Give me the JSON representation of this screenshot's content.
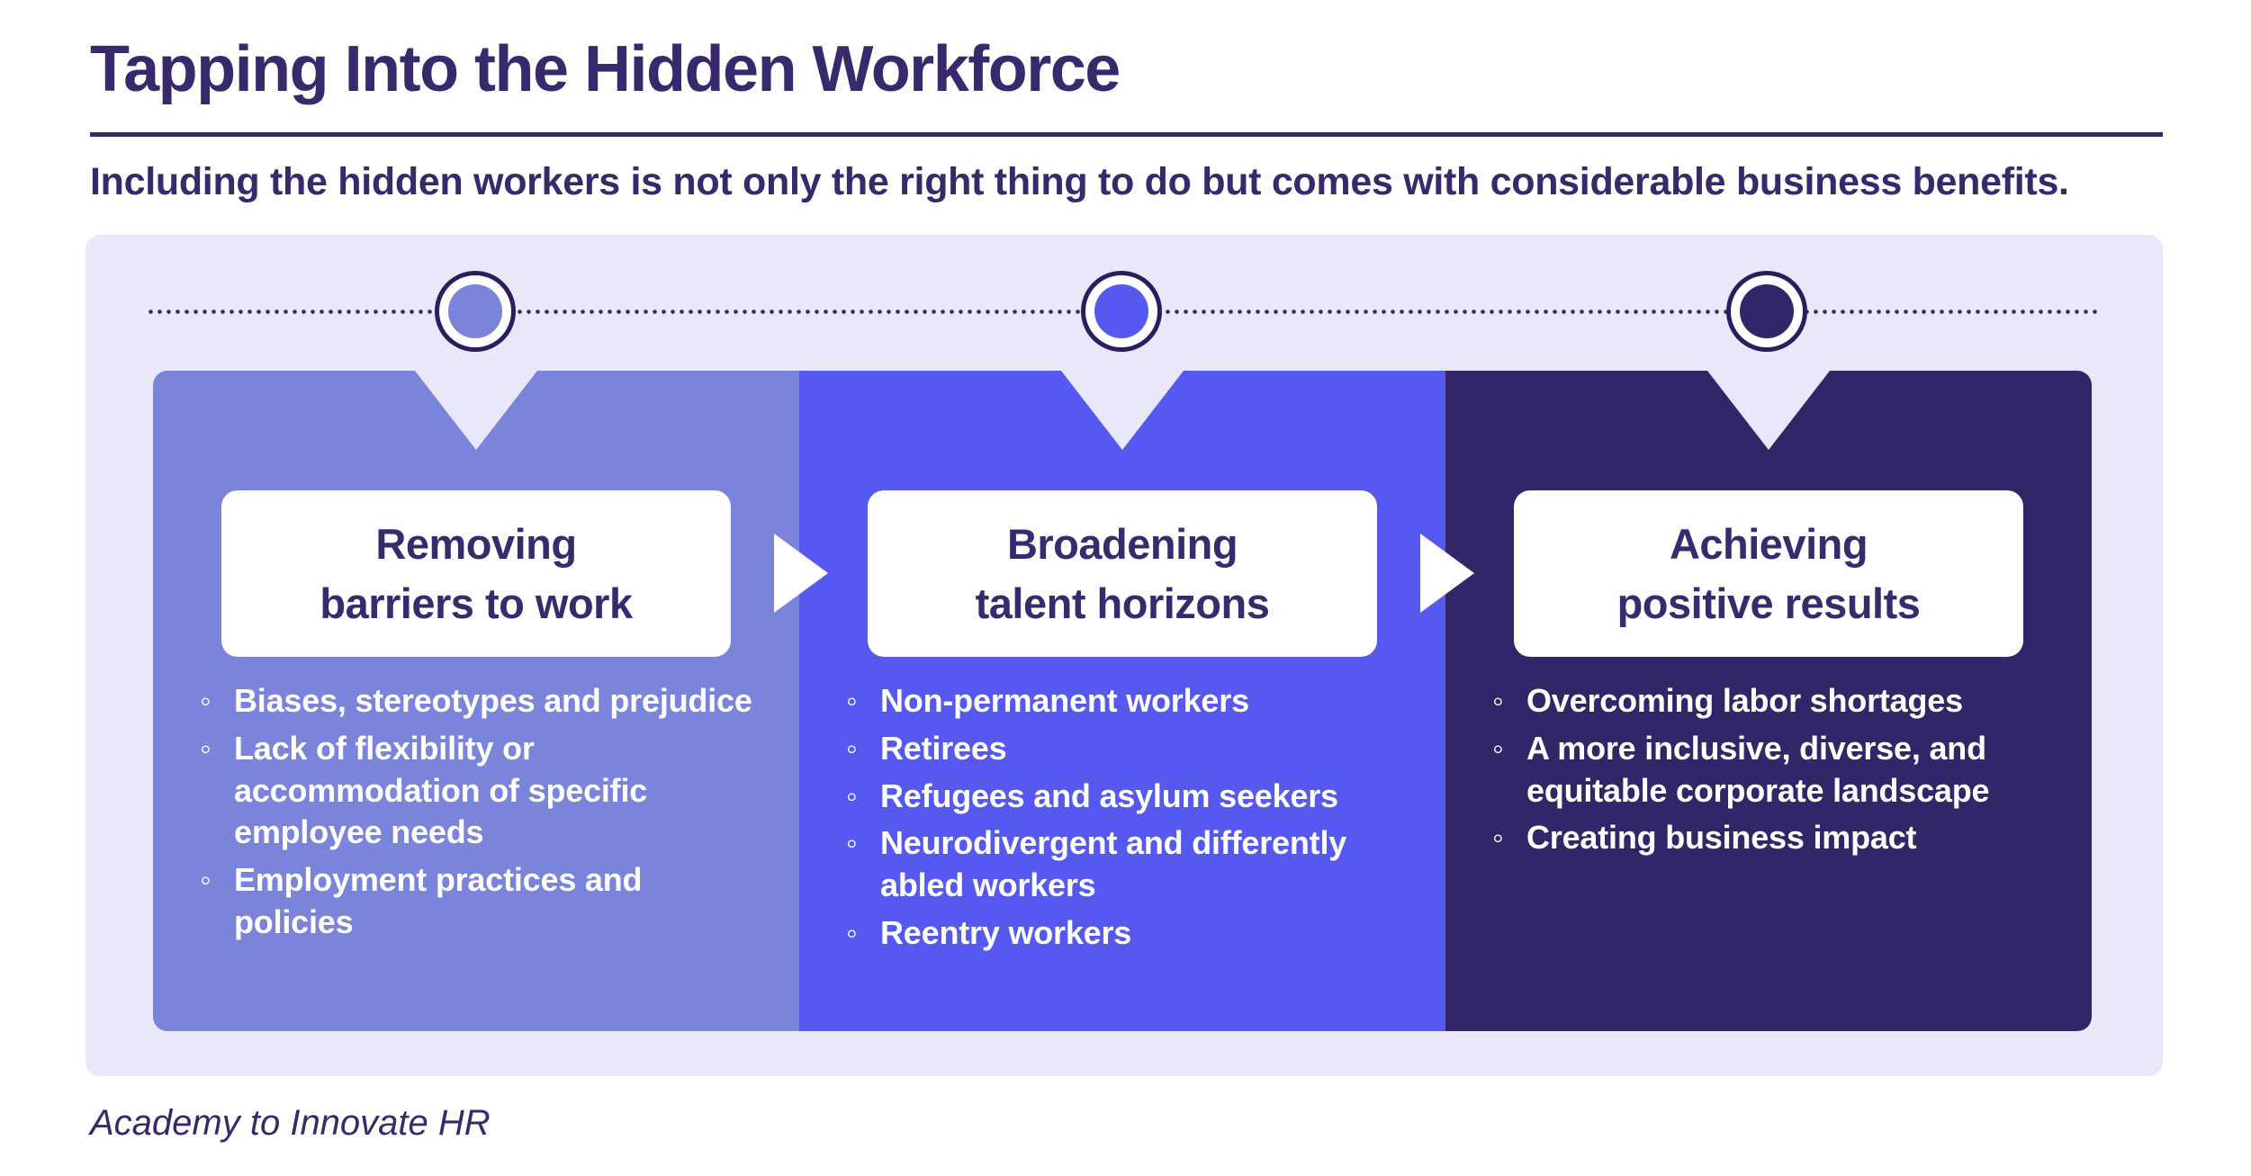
{
  "header": {
    "title": "Tapping Into the Hidden Workforce",
    "subtitle": "Including the hidden workers is not only the right thing to do but comes with considerable business benefits."
  },
  "timeline": {
    "bullet_glyph": "◦",
    "stages": [
      {
        "heading_line1": "Removing",
        "heading_line2": "barriers to work",
        "color": "#7B84DB",
        "bullets": [
          "Biases, stereotypes and prejudice",
          "Lack of flexibility or accommodation of specific employee needs",
          "Employment practices and policies"
        ]
      },
      {
        "heading_line1": "Broadening",
        "heading_line2": "talent horizons",
        "color": "#5559F0",
        "bullets": [
          "Non-permanent workers",
          "Retirees",
          "Refugees and asylum seekers",
          "Neurodivergent and differently abled workers",
          "Reentry workers"
        ]
      },
      {
        "heading_line1": "Achieving",
        "heading_line2": "positive results",
        "color": "#332668",
        "bullets": [
          "Overcoming labor shortages",
          "A more inclusive, diverse, and equitable corporate landscape",
          "Creating business impact"
        ]
      }
    ]
  },
  "colors": {
    "ink": "#37296B",
    "panel_bg": "#E9E8FA",
    "stage1": "#7B84DB",
    "stage2": "#5559F0",
    "stage3": "#332668",
    "circle_ring": "#281F5E",
    "heading_box_bg": "#FFFFFF",
    "bullet_text": "#FFFFFF"
  },
  "footer": {
    "source": "Academy to Innovate HR"
  }
}
